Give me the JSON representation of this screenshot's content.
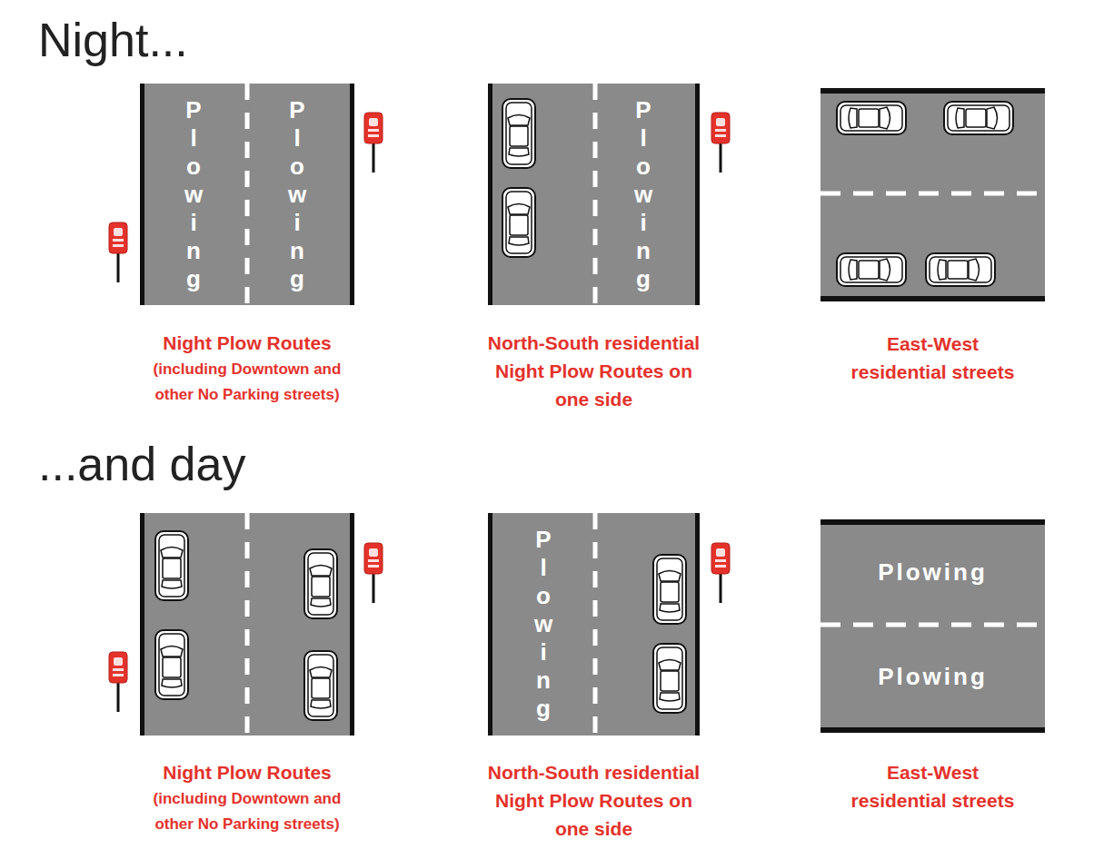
{
  "diagram": {
    "nodes": [
      {
        "text": [
          "Plowing",
          "Plowing",
          "Night Plow Routes",
          "(including Downtown and other No Parking streets)"
        ]
      },
      {
        "text": [
          "Plowing",
          "North-South residential Night Plow Routes on one side"
        ]
      },
      {
        "text": [
          "East-West residential streets"
        ]
      },
      {
        "text": [
          "Night Plow Routes",
          "(including Downtown and other No Parking streets)"
        ]
      },
      {
        "text": [
          "Plowing",
          "North-South residential Night Plow Routes on one side"
        ]
      },
      {
        "text": [
          "Plowing",
          "Plowing",
          "East-West residential streets"
        ]
      }
    ],
    "labels": [
      "Night...",
      "...and day"
    ]
  }
}
